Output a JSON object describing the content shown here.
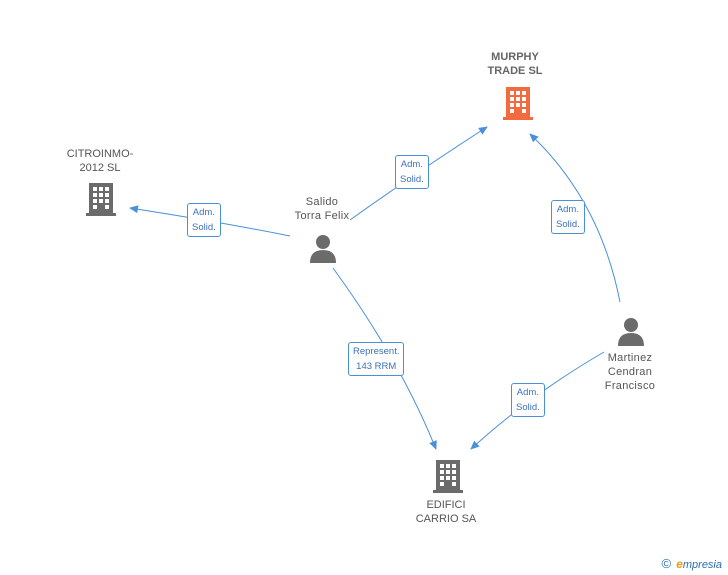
{
  "nodes": {
    "murphy": {
      "line1": "MURPHY",
      "line2": "TRADE SL"
    },
    "citroinmo": {
      "line1": "CITROINMO-",
      "line2": "2012 SL"
    },
    "salido": {
      "line1": "Salido",
      "line2": "Torra Felix"
    },
    "martinez": {
      "line1": "Martinez",
      "line2": "Cendran",
      "line3": "Francisco"
    },
    "edifici": {
      "line1": "EDIFICI",
      "line2": "CARRIO SA"
    }
  },
  "edges": {
    "salido_citroinmo": {
      "line1": "Adm.",
      "line2": "Solid."
    },
    "salido_murphy": {
      "line1": "Adm.",
      "line2": "Solid."
    },
    "martinez_murphy": {
      "line1": "Adm.",
      "line2": "Solid."
    },
    "salido_edifici": {
      "line1": "Represent.",
      "line2": "143 RRM"
    },
    "martinez_edifici": {
      "line1": "Adm.",
      "line2": "Solid."
    }
  },
  "colors": {
    "focus_building": "#f26a3d",
    "building": "#6b6b6b",
    "person": "#6b6b6b",
    "edge": "#4a90d9"
  },
  "footer": {
    "copyright": "©",
    "brand_initial": "e",
    "brand_rest": "mpresia"
  }
}
